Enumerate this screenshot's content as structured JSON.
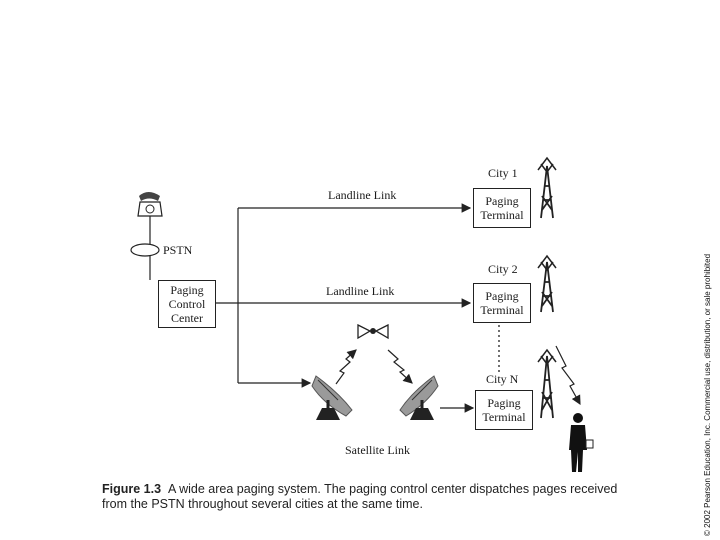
{
  "pstn_label": "PSTN",
  "control_center": {
    "line1": "Paging",
    "line2": "Control",
    "line3": "Center"
  },
  "links": {
    "landline_1": "Landline Link",
    "landline_2": "Landline Link",
    "satellite": "Satellite Link"
  },
  "cities": [
    {
      "name": "City 1",
      "terminal_line1": "Paging",
      "terminal_line2": "Terminal"
    },
    {
      "name": "City 2",
      "terminal_line1": "Paging",
      "terminal_line2": "Terminal"
    },
    {
      "name": "City N",
      "terminal_line1": "Paging",
      "terminal_line2": "Terminal"
    }
  ],
  "caption": {
    "figure_label": "Figure 1.3",
    "text_line1": "A wide area paging system. The paging control center dispatches pages received",
    "text_line2": "from the PSTN throughout several cities at the same time."
  },
  "copyright": "© 2002 Pearson Education, Inc. Commercial use, distribution, or sale prohibited",
  "icons": [
    "telephone-icon",
    "satellite-icon",
    "satellite-dish-icon",
    "radio-tower-icon",
    "lightning-signal-icon",
    "person-pager-icon"
  ]
}
